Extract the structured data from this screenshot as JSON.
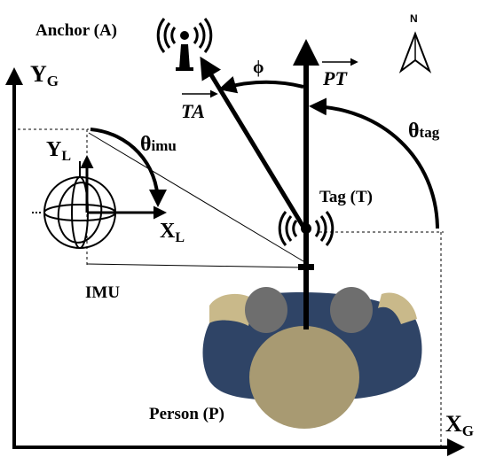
{
  "labels": {
    "anchor": "Anchor (A)",
    "tag": "Tag (T)",
    "imu": "IMU",
    "person": "Person (P)",
    "yg_main": "Y",
    "yg_sub": "G",
    "xg_main": "X",
    "xg_sub": "G",
    "yl_main": "Y",
    "yl_sub": "L",
    "xl_main": "X",
    "xl_sub": "L",
    "theta_imu_main": "θ",
    "theta_imu_sub": "imu",
    "theta_tag_main": "θ",
    "theta_tag_sub": "tag",
    "phi": "ϕ",
    "vec_pt": "PT",
    "vec_ta": "TA",
    "north": "N"
  },
  "colors": {
    "ink": "#000000",
    "shirt": "#2f4466",
    "head": "#a89a72",
    "shoulder_tan": "#c9b98a",
    "shoulder_gray": "#6e6e6e"
  },
  "icons": {
    "anchor": "antenna-icon",
    "tag": "antenna-icon",
    "imu": "gyroscope-icon",
    "north": "north-arrow-icon"
  }
}
